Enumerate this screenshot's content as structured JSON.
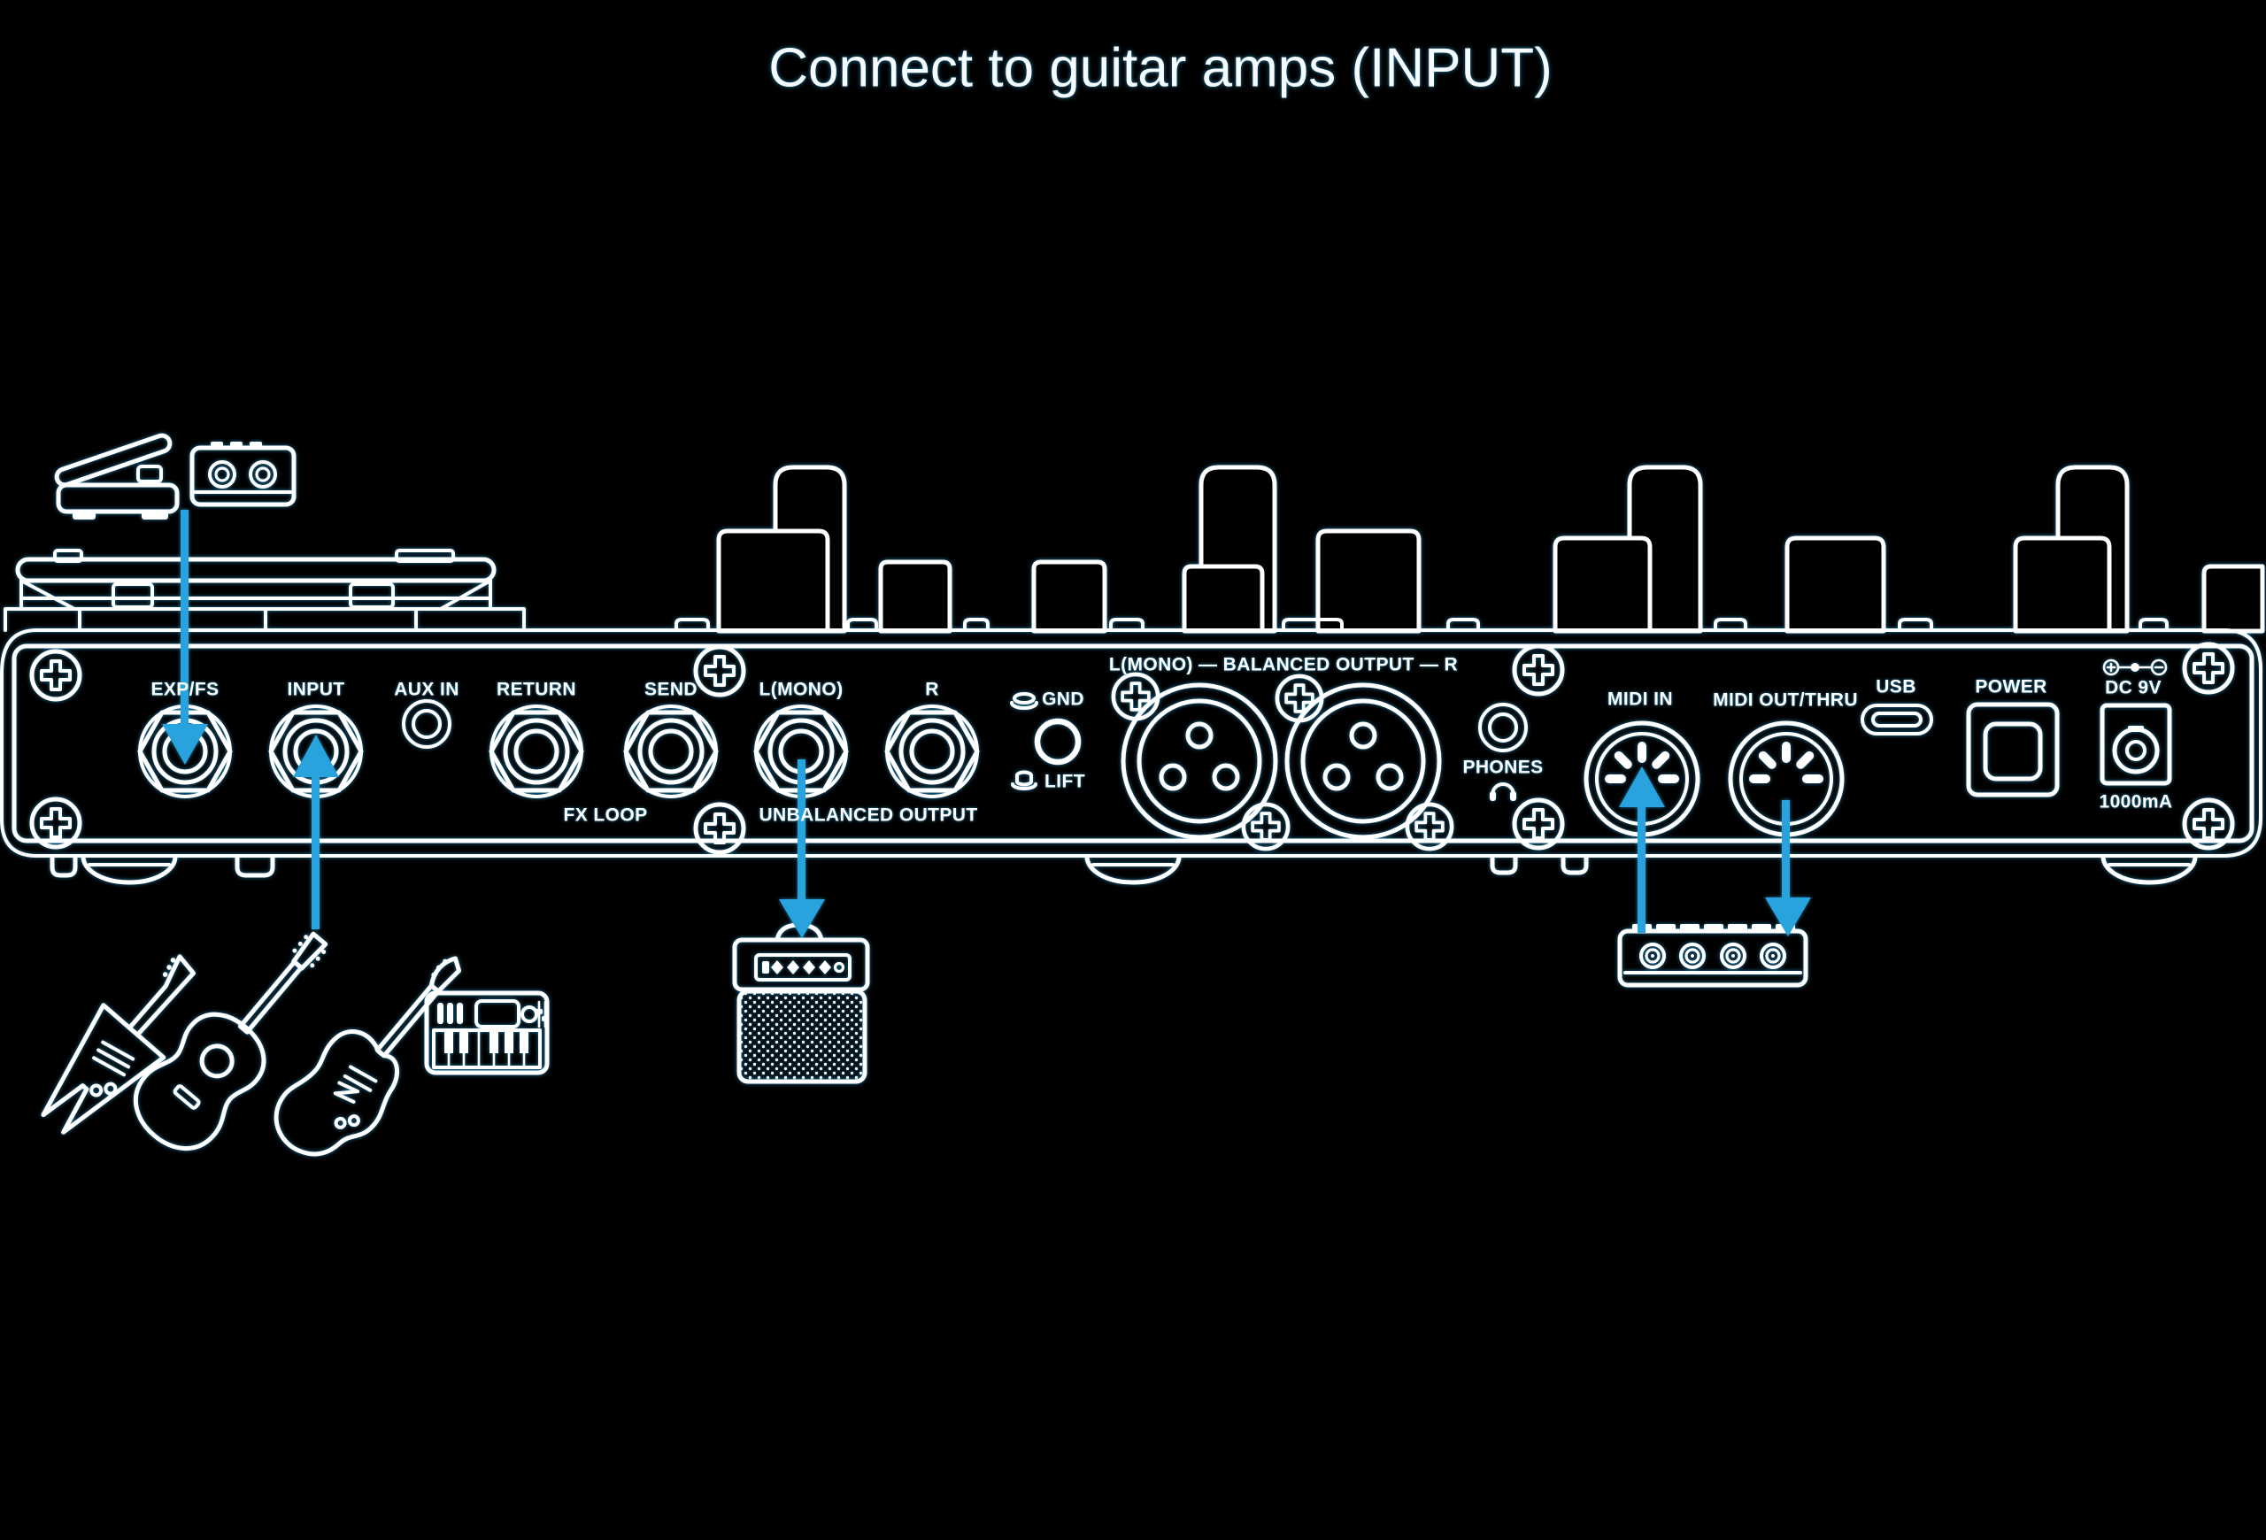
{
  "title": "Connect to guitar amps (INPUT)",
  "colors": {
    "bg": "#000000",
    "line": "#ffffff",
    "accent": "#29a3dd"
  },
  "labels": {
    "exp_fs": "EXP/FS",
    "input": "INPUT",
    "aux_in": "AUX IN",
    "return": "RETURN",
    "send": "SEND",
    "l_mono": "L(MONO)",
    "r": "R",
    "fx_loop": "FX LOOP",
    "unbalanced_output": "UNBALANCED OUTPUT",
    "balanced_output": "L(MONO) — BALANCED OUTPUT — R",
    "gnd": "GND",
    "lift": "LIFT",
    "phones": "PHONES",
    "midi_in": "MIDI IN",
    "midi_out_thru": "MIDI OUT/THRU",
    "usb": "USB",
    "power": "POWER",
    "dc_9v": "DC 9V",
    "dc_current": "1000mA"
  },
  "icons": [
    "expression-pedal-icon",
    "footswitch-icon",
    "flying-v-guitar-icon",
    "acoustic-guitar-icon",
    "electric-guitar-icon",
    "keyboard-icon",
    "guitar-amp-icon",
    "midi-controller-icon",
    "headphones-icon",
    "dc-polarity-icon",
    "screw-icon"
  ]
}
